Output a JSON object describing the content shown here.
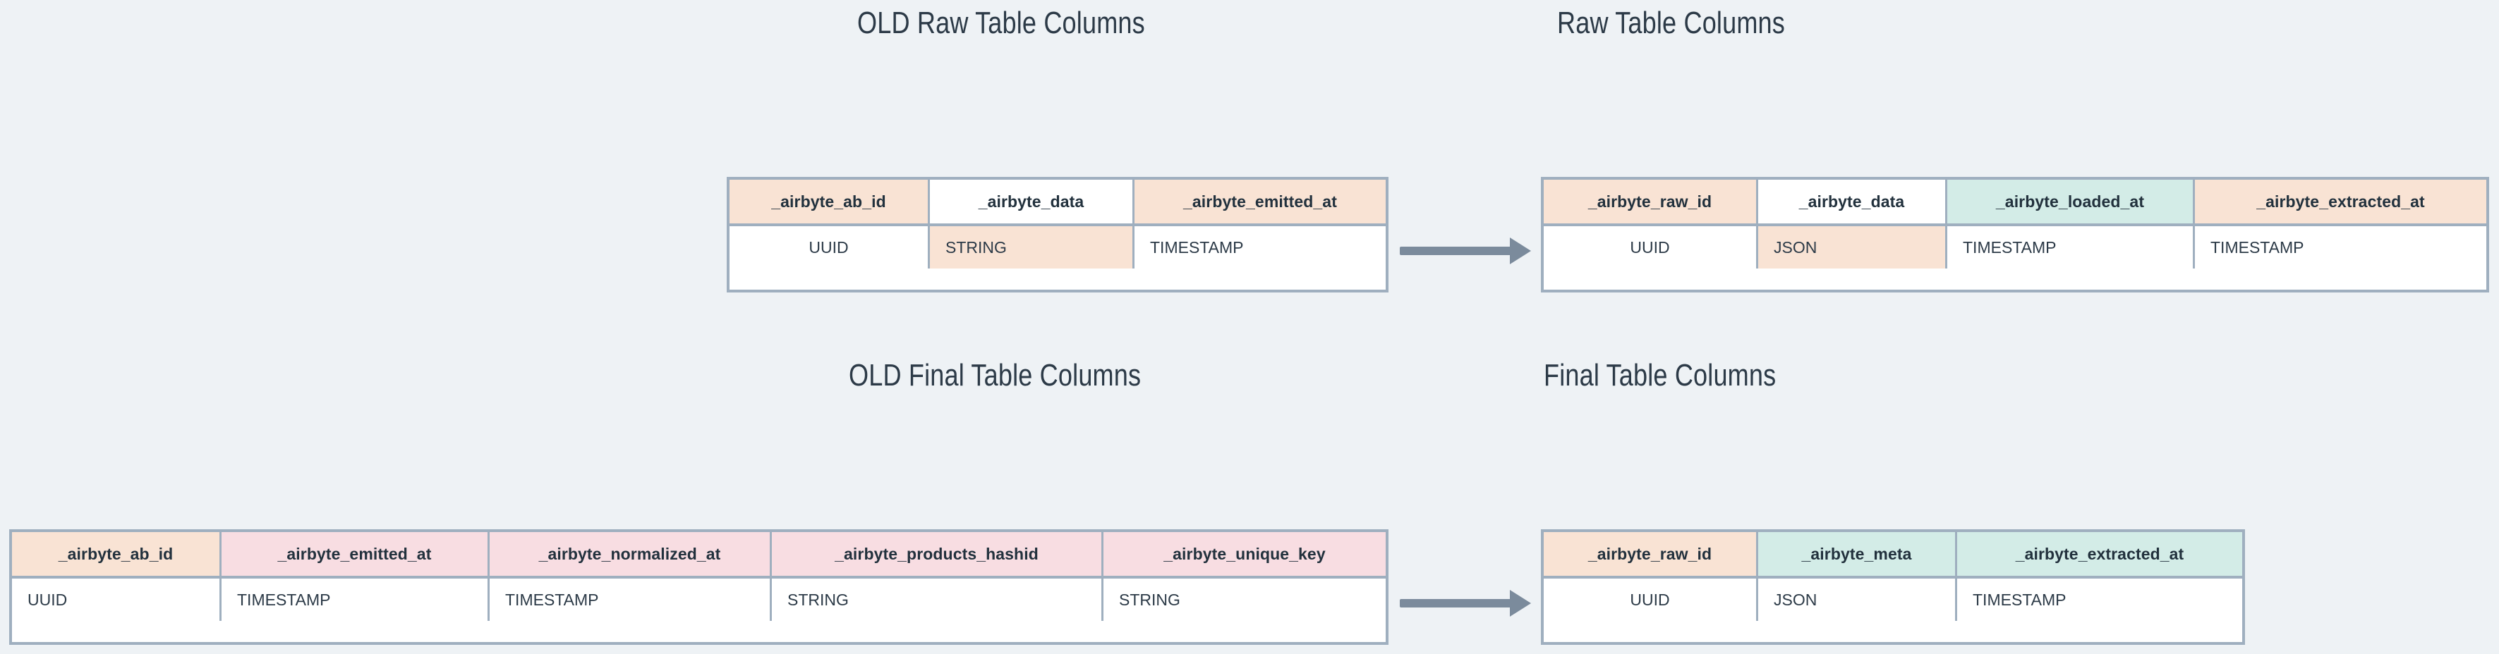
{
  "background_color": "#eef2f5",
  "palette": {
    "peach": "#f9e3d4",
    "pink": "#f8dde2",
    "mint": "#d3ece7",
    "white": "#ffffff",
    "border": "#9fafbf",
    "arrow": "#7b8b9c",
    "text": "#2c3a47"
  },
  "sections": {
    "old_raw": {
      "title": "OLD Raw Table Columns",
      "columns": [
        {
          "name": "_airbyte_ab_id",
          "type": "UUID",
          "header_fill": "peach",
          "type_fill": "white"
        },
        {
          "name": "_airbyte_data",
          "type": "STRING",
          "header_fill": "white",
          "type_fill": "peach"
        },
        {
          "name": "_airbyte_emitted_at",
          "type": "TIMESTAMP",
          "header_fill": "peach",
          "type_fill": "white"
        }
      ]
    },
    "new_raw": {
      "title": "Raw Table Columns",
      "columns": [
        {
          "name": "_airbyte_raw_id",
          "type": "UUID",
          "header_fill": "peach",
          "type_fill": "white"
        },
        {
          "name": "_airbyte_data",
          "type": "JSON",
          "header_fill": "white",
          "type_fill": "peach"
        },
        {
          "name": "_airbyte_loaded_at",
          "type": "TIMESTAMP",
          "header_fill": "mint",
          "type_fill": "white"
        },
        {
          "name": "_airbyte_extracted_at",
          "type": "TIMESTAMP",
          "header_fill": "peach",
          "type_fill": "white"
        }
      ]
    },
    "old_final": {
      "title": "OLD Final Table Columns",
      "columns": [
        {
          "name": "_airbyte_ab_id",
          "type": "UUID",
          "header_fill": "peach",
          "type_fill": "white"
        },
        {
          "name": "_airbyte_emitted_at",
          "type": "TIMESTAMP",
          "header_fill": "pink",
          "type_fill": "white"
        },
        {
          "name": "_airbyte_normalized_at",
          "type": "TIMESTAMP",
          "header_fill": "pink",
          "type_fill": "white"
        },
        {
          "name": "_airbyte_products_hashid",
          "type": "STRING",
          "header_fill": "pink",
          "type_fill": "white"
        },
        {
          "name": "_airbyte_unique_key",
          "type": "STRING",
          "header_fill": "pink",
          "type_fill": "white"
        }
      ]
    },
    "new_final": {
      "title": "Final Table Columns",
      "columns": [
        {
          "name": "_airbyte_raw_id",
          "type": "UUID",
          "header_fill": "peach",
          "type_fill": "white"
        },
        {
          "name": "_airbyte_meta",
          "type": "JSON",
          "header_fill": "mint",
          "type_fill": "white"
        },
        {
          "name": "_airbyte_extracted_at",
          "type": "TIMESTAMP",
          "header_fill": "mint",
          "type_fill": "white"
        }
      ]
    }
  },
  "arrows": [
    {
      "name": "raw-migration-arrow",
      "direction": "right"
    },
    {
      "name": "final-migration-arrow",
      "direction": "right"
    }
  ]
}
